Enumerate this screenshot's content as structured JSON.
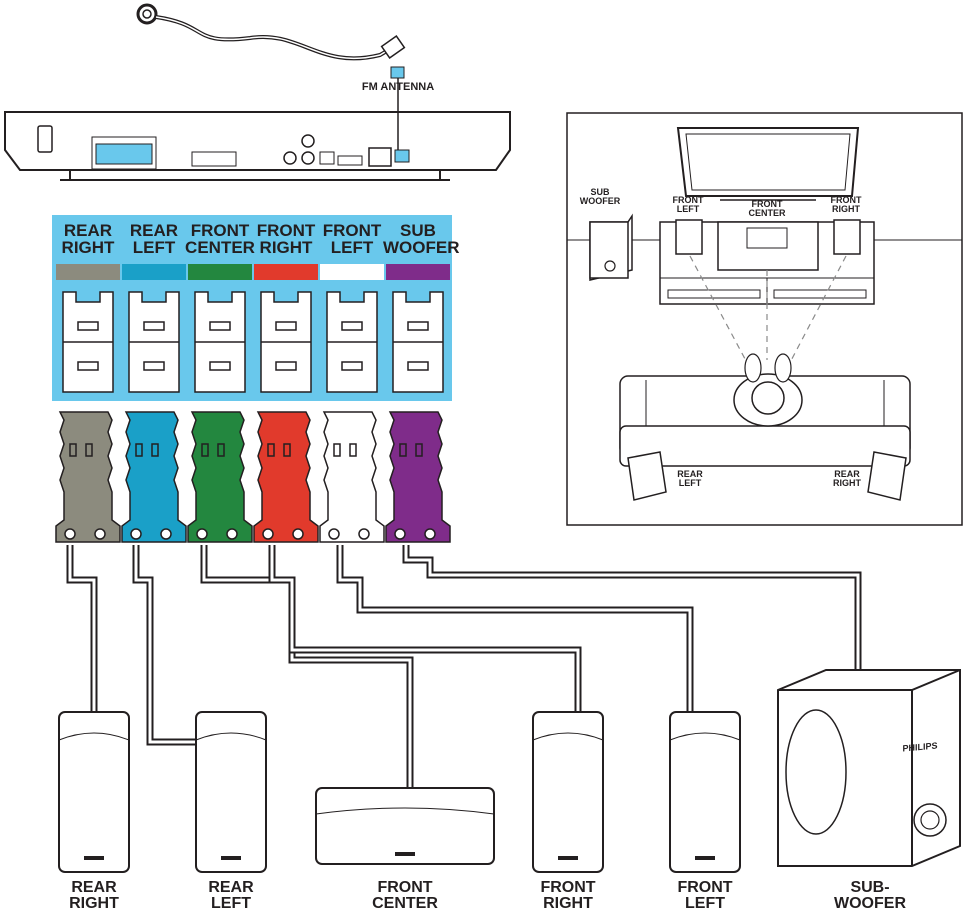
{
  "antenna": {
    "label": "FM ANTENNA"
  },
  "terminals": [
    {
      "line1": "REAR",
      "line2": "RIGHT",
      "color": "#8c8b7e"
    },
    {
      "line1": "REAR",
      "line2": "LEFT",
      "color": "#1aa0c8"
    },
    {
      "line1": "FRONT",
      "line2": "CENTER",
      "color": "#23873f"
    },
    {
      "line1": "FRONT",
      "line2": "RIGHT",
      "color": "#e13a2c"
    },
    {
      "line1": "FRONT",
      "line2": "LEFT",
      "color": "#ffffff"
    },
    {
      "line1": "SUB",
      "line2": "WOOFER",
      "color": "#7f2c8a"
    }
  ],
  "panel_color": "#69c8ec",
  "room": {
    "sub": {
      "line1": "SUB",
      "line2": "WOOFER"
    },
    "front_left": {
      "line1": "FRONT",
      "line2": "LEFT"
    },
    "front_center": {
      "line1": "FRONT",
      "line2": "CENTER"
    },
    "front_right": {
      "line1": "FRONT",
      "line2": "RIGHT"
    },
    "rear_left": {
      "line1": "REAR",
      "line2": "LEFT"
    },
    "rear_right": {
      "line1": "REAR",
      "line2": "RIGHT"
    }
  },
  "speakers": [
    {
      "line1": "REAR",
      "line2": "RIGHT"
    },
    {
      "line1": "REAR",
      "line2": "LEFT"
    },
    {
      "line1": "FRONT",
      "line2": "CENTER"
    },
    {
      "line1": "FRONT",
      "line2": "RIGHT"
    },
    {
      "line1": "FRONT",
      "line2": "LEFT"
    },
    {
      "line1": "SUB-",
      "line2": "WOOFER"
    }
  ],
  "brand": "PHILIPS"
}
